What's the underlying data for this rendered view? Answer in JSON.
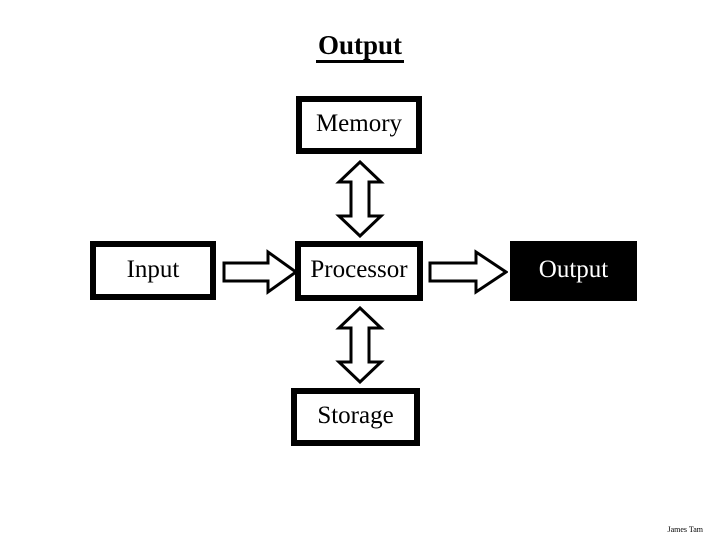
{
  "slide": {
    "title": "Output",
    "title_underlined": true,
    "background_color": "#ffffff",
    "credit": "James Tam"
  },
  "diagram": {
    "type": "block-diagram",
    "description": "Computer system block diagram with the Output component highlighted",
    "nodes": [
      {
        "id": "memory",
        "label": "Memory",
        "fill": "#ffffff",
        "text_color": "#000000",
        "border_color": "#000000",
        "highlighted": false
      },
      {
        "id": "input",
        "label": "Input",
        "fill": "#ffffff",
        "text_color": "#000000",
        "border_color": "#000000",
        "highlighted": false
      },
      {
        "id": "processor",
        "label": "Processor",
        "fill": "#ffffff",
        "text_color": "#000000",
        "border_color": "#000000",
        "highlighted": false
      },
      {
        "id": "output",
        "label": "Output",
        "fill": "#000000",
        "text_color": "#ffffff",
        "border_color": "#000000",
        "highlighted": true
      },
      {
        "id": "storage",
        "label": "Storage",
        "fill": "#ffffff",
        "text_color": "#000000",
        "border_color": "#000000",
        "highlighted": false
      }
    ],
    "connectors": [
      {
        "id": "memory-processor",
        "from": "memory",
        "to": "processor",
        "direction": "bidirectional",
        "orientation": "vertical",
        "style": "hollow-block-arrow"
      },
      {
        "id": "processor-storage",
        "from": "processor",
        "to": "storage",
        "direction": "bidirectional",
        "orientation": "vertical",
        "style": "hollow-block-arrow"
      },
      {
        "id": "input-processor",
        "from": "input",
        "to": "processor",
        "direction": "forward",
        "orientation": "horizontal",
        "style": "hollow-block-arrow"
      },
      {
        "id": "processor-output",
        "from": "processor",
        "to": "output",
        "direction": "forward",
        "orientation": "horizontal",
        "style": "hollow-block-arrow"
      }
    ]
  }
}
